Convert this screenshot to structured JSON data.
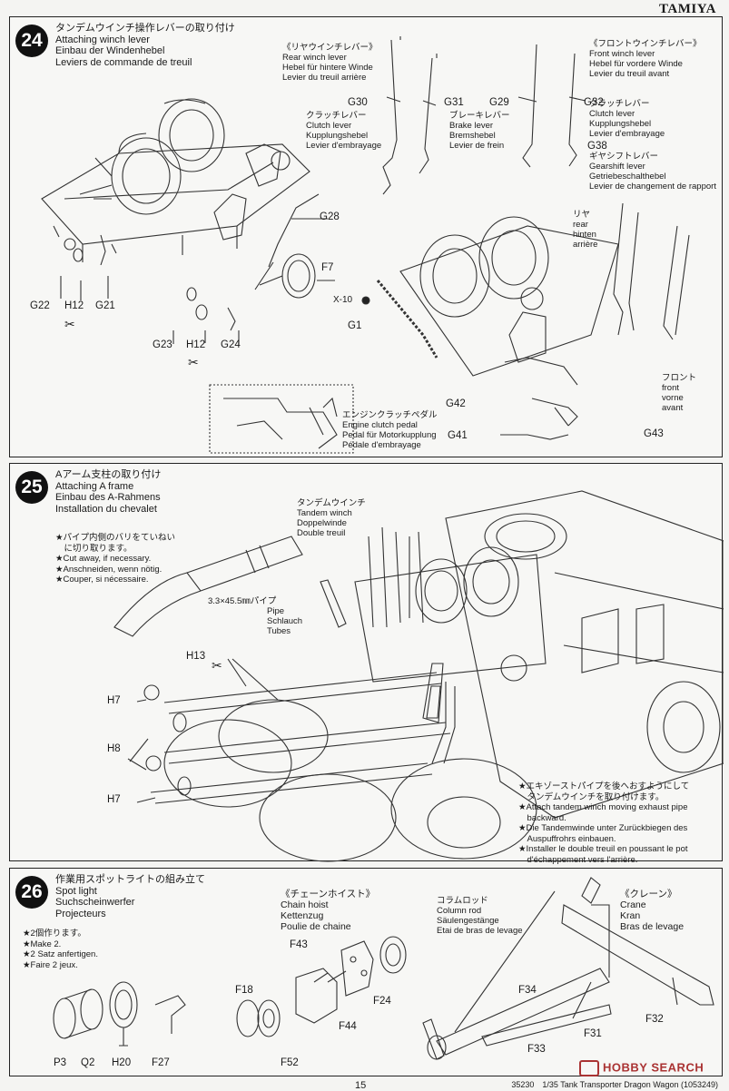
{
  "brand": "TAMIYA",
  "step24": {
    "number": "24",
    "title": [
      "タンデムウインチ操作レバーの取り付け",
      "Attaching winch lever",
      "Einbau der Windenhebel",
      "Leviers de commande de treuil"
    ],
    "rear_lever": [
      "《リヤウインチレバー》",
      "Rear winch lever",
      "Hebel für hintere Winde",
      "Levier du treuil arrière"
    ],
    "front_lever": [
      "《フロントウインチレバー》",
      "Front winch lever",
      "Hebel für vordere Winde",
      "Levier du treuil avant"
    ],
    "clutch_left": [
      "クラッチレバー",
      "Clutch lever",
      "Kupplungshebel",
      "Levier d'embrayage"
    ],
    "brake": [
      "ブレーキレバー",
      "Brake lever",
      "Bremshebel",
      "Levier de frein"
    ],
    "clutch_right": [
      "クラッチレバー",
      "Clutch lever",
      "Kupplungshebel",
      "Levier d'embrayage"
    ],
    "gearshift": [
      "ギヤシフトレバー",
      "Gearshift lever",
      "Getriebeschalthebel",
      "Levier de changement de rapport"
    ],
    "rear": [
      "リヤ",
      "rear",
      "hinten",
      "arrière"
    ],
    "front": [
      "フロント",
      "front",
      "vorne",
      "avant"
    ],
    "engine_clutch": [
      "エンジンクラッチペダル",
      "Engine clutch pedal",
      "Pedal für Motorkupplung",
      "Pédale d'embrayage"
    ],
    "parts": {
      "g30": "G30",
      "g31": "G31",
      "g29": "G29",
      "g32": "G32",
      "g38": "G38",
      "g28": "G28",
      "f7": "F7",
      "x10": "X-10",
      "g1": "G1",
      "g22": "G22",
      "h12a": "H12",
      "g21": "G21",
      "g23": "G23",
      "h12b": "H12",
      "g24": "G24",
      "g42": "G42",
      "g41": "G41",
      "g43": "G43"
    }
  },
  "step25": {
    "number": "25",
    "title": [
      "Aアーム支柱の取り付け",
      "Attaching A frame",
      "Einbau des A-Rahmens",
      "Installation du chevalet"
    ],
    "cut_note": [
      "★パイプ内側のバリをていねい",
      "　に切り取ります。",
      "★Cut away, if necessary.",
      "★Anschneiden, wenn nötig.",
      "★Couper, si nécessaire."
    ],
    "pipe": [
      "3.3×45.5㎜パイプ",
      "Pipe",
      "Schlauch",
      "Tubes"
    ],
    "tandem": [
      "タンデムウインチ",
      "Tandem winch",
      "Doppelwinde",
      "Double treuil"
    ],
    "exhaust_note": [
      "★エキゾーストパイプを後へおすようにして",
      "　タンデムウインチを取り付けます。",
      "★Attach tandem winch moving exhaust pipe",
      "　backward.",
      "★Die Tandemwinde unter Zurückbiegen des",
      "　Auspuffrohrs einbauen.",
      "★Installer le double treuil en poussant le pot",
      "　d'échappement vers l'arrière."
    ],
    "parts": {
      "h13": "H13",
      "h7a": "H7",
      "h8": "H8",
      "h7b": "H7"
    }
  },
  "step26": {
    "number": "26",
    "title": [
      "作業用スポットライトの組み立て",
      "Spot light",
      "Suchscheinwerfer",
      "Projecteurs"
    ],
    "make2": [
      "★2個作ります。",
      "★Make 2.",
      "★2 Satz anfertigen.",
      "★Faire 2 jeux."
    ],
    "chain": [
      "《チェーンホイスト》",
      "Chain hoist",
      "Kettenzug",
      "Poulie de chaine"
    ],
    "column": [
      "コラムロッド",
      "Column rod",
      "Säulengestänge",
      "Etai de bras de levage"
    ],
    "crane": [
      "《クレーン》",
      "Crane",
      "Kran",
      "Bras de levage"
    ],
    "parts": {
      "p3": "P3",
      "q2": "Q2",
      "h20": "H20",
      "f27": "F27",
      "f43": "F43",
      "f18": "F18",
      "f24": "F24",
      "f44": "F44",
      "f52": "F52",
      "f34": "F34",
      "f31": "F31",
      "f32": "F32",
      "f33": "F33"
    }
  },
  "footer": "35230　1/35 Tank Transporter Dragon Wagon (1053249)",
  "page_number": "15",
  "watermark": "HOBBY SEARCH"
}
